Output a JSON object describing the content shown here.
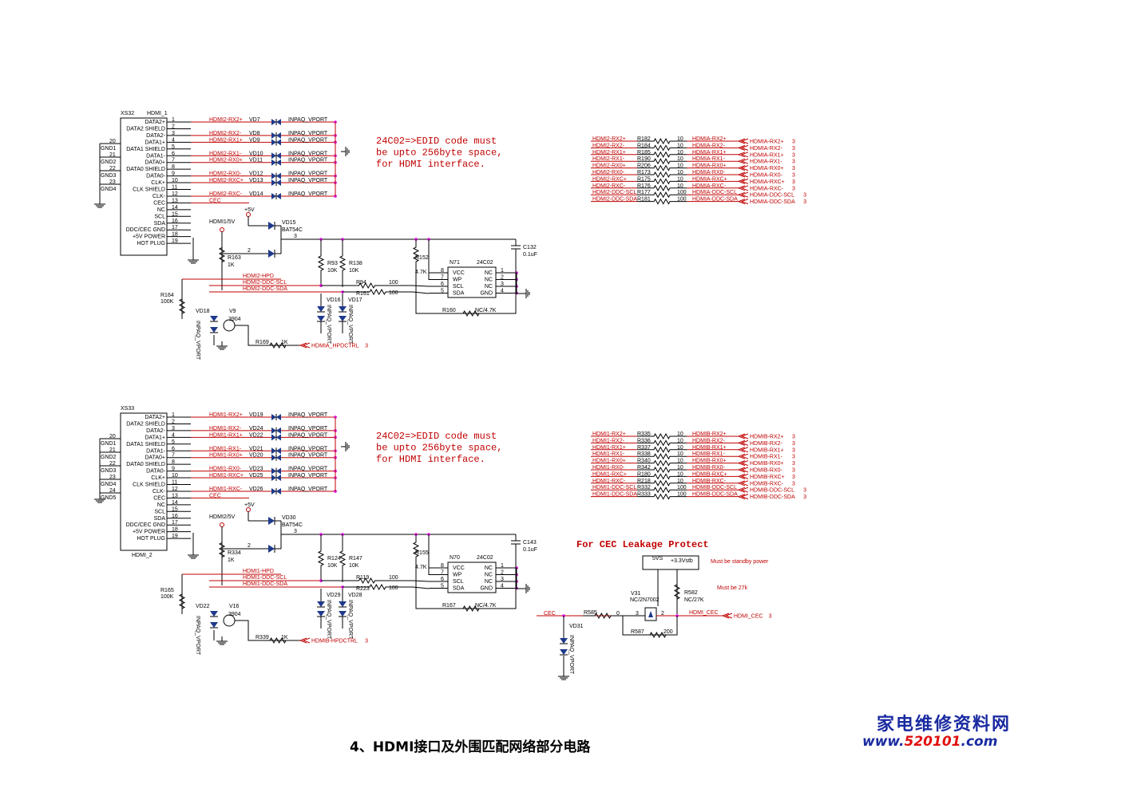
{
  "top": {
    "connector_ref": "XS32",
    "connector_name": "HDMI_1",
    "pins": [
      "DATA2+",
      "DATA2 SHIELD",
      "DATA2-",
      "DATA1+",
      "DATA1 SHIELD",
      "DATA1-",
      "DATA0+",
      "DATA0 SHIELD",
      "DATA0-",
      "CLK+",
      "CLK SHIELD",
      "CLK-",
      "CEC",
      "NC",
      "SCL",
      "SDA",
      "DDC/CEC GND",
      "+5V POWER",
      "HOT PLUG"
    ],
    "pin_numbers": [
      "1",
      "2",
      "3",
      "4",
      "5",
      "6",
      "7",
      "8",
      "9",
      "10",
      "11",
      "12",
      "13",
      "14",
      "15",
      "16",
      "17",
      "18",
      "19"
    ],
    "gnd_nums": [
      "20",
      "21",
      "22",
      "23"
    ],
    "gnd_labels": [
      "GND1",
      "GND2",
      "GND3",
      "GND4"
    ],
    "nets": [
      "HDMI2-RX2+",
      "HDMI2-RX2-",
      "HDMI2-RX1+",
      "HDMI2-RX1-",
      "HDMI2-RX0+",
      "HDMI2-RX0-",
      "HDMI2-RXC+",
      "HDMI2-RXC-",
      "CEC"
    ],
    "tvs": [
      "VD7",
      "VD8",
      "VD9",
      "VD10",
      "VD11",
      "VD12",
      "VD13",
      "VD14"
    ],
    "tvs_label": "INPAQ_VPORT",
    "note": [
      "24C02=>EDID code must",
      "be upto 256byte space,",
      "for HDMI interface."
    ],
    "rnet": {
      "left": [
        "HDMI2-RX2+",
        "HDMI2-RX2-",
        "HDMI2-RX1+",
        "HDMI2-RX1-",
        "HDMI2-RX0+",
        "HDMI2-RX0-",
        "HDMI2-RXC+",
        "HDMI2-RXC-",
        "HDMI2-DDC-SCL",
        "HDMI2-DDC-SDA"
      ],
      "refs": [
        "R182",
        "R184",
        "R185",
        "R190",
        "R206",
        "R173",
        "R175",
        "R176",
        "R177",
        "R181"
      ],
      "vals": [
        "10",
        "10",
        "10",
        "10",
        "10",
        "10",
        "10",
        "10",
        "100",
        "100"
      ],
      "right": [
        "HDMIA-RX2+",
        "HDMIA-RX2-",
        "HDMIA-RX1+",
        "HDMIA-RX1-",
        "HDMIA-RX0+",
        "HDMIA-RX0-",
        "HDMIA-RXC+",
        "HDMIA-RXC-",
        "HDMIA-DDC-SCL",
        "HDMIA-DDC-SDA"
      ],
      "ports": [
        "HDMIA-RX2+",
        "HDMIA-RX2-",
        "HDMIA-RX1+",
        "HDMIA-RX1-",
        "HDMIA-RX0+",
        "HDMIA-RX0-",
        "HDMIA-RXC+",
        "HDMIA-RXC-",
        "HDMIA-DDC-SCL",
        "HDMIA-DDC-SDA"
      ]
    },
    "v5": "+5V",
    "hdmi5v": "HDMI1/5V",
    "vd15": "VD15",
    "bat": "BAT54C",
    "r163": "R163",
    "r163v": "1K",
    "r93": "R93",
    "r93v": "10K",
    "r138": "R138",
    "r138v": "10K",
    "r152": "R152",
    "r152v": "4.7K",
    "n": "N71",
    "chip": "24C02",
    "chip_left": [
      "VCC",
      "WP",
      "SCL",
      "SDA"
    ],
    "chip_right": [
      "NC",
      "NC",
      "NC",
      "GND"
    ],
    "cap": "C132",
    "capv": "0.1uF",
    "hpd": "HDMI2-HPD",
    "scl": "HDMI2-DDC-SCL",
    "sda": "HDMI2-DDC-SDA",
    "r94": "R94",
    "r161": "R161",
    "r100": "100",
    "r160": "R160",
    "r160v": "NC/4.7K",
    "r164": "R164",
    "r164v": "100K",
    "vd18": "VD18",
    "v9": "V9",
    "q": "3904",
    "vd16": "VD16",
    "vd17": "VD17",
    "r169": "R169",
    "r169v": "1K",
    "hpdctrl": "HDMIA_HPDCTRL"
  },
  "bottom": {
    "connector_ref": "XS33",
    "connector_name": "HDMI_2",
    "pins": [
      "DATA2+",
      "DATA2 SHIELD",
      "DATA2-",
      "DATA1+",
      "DATA1 SHIELD",
      "DATA1-",
      "DATA0+",
      "DATA0 SHIELD",
      "DATA0-",
      "CLK+",
      "CLK SHIELD",
      "CLK-",
      "CEC",
      "NC",
      "SCL",
      "SDA",
      "DDC/CEC GND",
      "+5V POWER",
      "HOT PLUG"
    ],
    "pin_numbers": [
      "1",
      "2",
      "3",
      "4",
      "5",
      "6",
      "7",
      "8",
      "9",
      "10",
      "11",
      "12",
      "13",
      "14",
      "15",
      "16",
      "17",
      "18",
      "19"
    ],
    "gnd_nums": [
      "20",
      "21",
      "22",
      "23",
      "24"
    ],
    "gnd_labels": [
      "GND1",
      "GND2",
      "GND3",
      "GND4",
      "GND5"
    ],
    "nets": [
      "HDMI1-RX2+",
      "HDMI1-RX2-",
      "HDMI1-RX1+",
      "HDMI1-RX1-",
      "HDMI1-RX0+",
      "HDMI1-RX0-",
      "HDMI1-RXC+",
      "HDMI1-RXC-",
      "CEC"
    ],
    "tvs": [
      "VD19",
      "VD24",
      "VD22",
      "VD21",
      "VD20",
      "VD23",
      "VD25",
      "VD26"
    ],
    "tvs_label": "INPAQ_VPORT",
    "note": [
      "24C02=>EDID code must",
      "be upto 256byte space,",
      "for HDMI interface."
    ],
    "rnet": {
      "left": [
        "HDMI1-RX2+",
        "HDMI1-RX2-",
        "HDMI1-RX1+",
        "HDMI1-RX1-",
        "HDMI1-RX0+",
        "HDMI1-RX0-",
        "HDMI1-RXC+",
        "HDMI1-RXC-",
        "HDMI1-DDC-SCL",
        "HDMI1-DDC-SDA"
      ],
      "refs": [
        "R335",
        "R336",
        "R337",
        "R338",
        "R340",
        "R342",
        "R180",
        "R218",
        "R332",
        "R333"
      ],
      "vals": [
        "10",
        "10",
        "10",
        "10",
        "10",
        "10",
        "10",
        "10",
        "100",
        "100"
      ],
      "right": [
        "HDMIB-RX2+",
        "HDMIB-RX2-",
        "HDMIB-RX1+",
        "HDMIB-RX1-",
        "HDMIB-RX0+",
        "HDMIB-RX0-",
        "HDMIB-RXC+",
        "HDMIB-RXC-",
        "HDMIB-DDC-SCL",
        "HDMIB-DDC-SDA"
      ],
      "ports": [
        "HDMIB-RX2+",
        "HDMIB-RX2-",
        "HDMIB-RX1+",
        "HDMIB-RX1-",
        "HDMIB-RX0+",
        "HDMIB-RX0-",
        "HDMIB-RXC+",
        "HDMIB-RXC-",
        "HDMIB-DDC-SCL",
        "HDMIB-DDC-SDA"
      ]
    },
    "v5": "+5V",
    "hdmi5v": "HDMI2/5V",
    "vd15": "VD30",
    "bat": "BAT54C",
    "r163": "R334",
    "r163v": "1K",
    "r93": "R124",
    "r93v": "10K",
    "r138": "R147",
    "r138v": "10K",
    "r152": "R155",
    "r152v": "4.7K",
    "n": "N70",
    "chip": "24C02",
    "chip_left": [
      "VCC",
      "WP",
      "SCL",
      "SDA"
    ],
    "chip_right": [
      "NC",
      "NC",
      "NC",
      "GND"
    ],
    "cap": "C143",
    "capv": "0.1uF",
    "hpd": "HDMI1-HPD",
    "scl": "HDMI1-DDC-SCL",
    "sda": "HDMI1-DDC-SDA",
    "r94": "R119",
    "r161": "R223",
    "r100": "100",
    "r160": "R167",
    "r160v": "NC/4.7K",
    "r164": "R165",
    "r164v": "100K",
    "vd18": "VD22",
    "v9": "V16",
    "q": "3904",
    "vd16": "VD29",
    "vd17": "VD28",
    "r169": "R339",
    "r169v": "1K",
    "hpdctrl": "HDMIB-HPDCTRL"
  },
  "cec": {
    "title": "For CEC Leakage Protect",
    "note1": "Must be standby power",
    "note2": "Must be 27k",
    "sw_5vs": "5VS",
    "sw_33": "+3.3Vstb",
    "q_ref": "V31",
    "q_val": "NC/2N7002",
    "r582": "R582",
    "r582v": "NC/27K",
    "cec_in": "CEC",
    "r585": "R585",
    "r585v": "0",
    "r587": "R587",
    "r587v": "200",
    "vd31": "VD31",
    "vd31v": "INPAQ_VPORT",
    "out_net": "HDMI_CEC",
    "out_port": "HDMI_CEC"
  },
  "port_sheet": "3",
  "footer": "4、HDMI接口及外围匹配网络部分电路",
  "watermark": {
    "line1": "家电维修资料网",
    "line2_a": "www.",
    "line2_b": "520101",
    "line2_c": ".com"
  }
}
